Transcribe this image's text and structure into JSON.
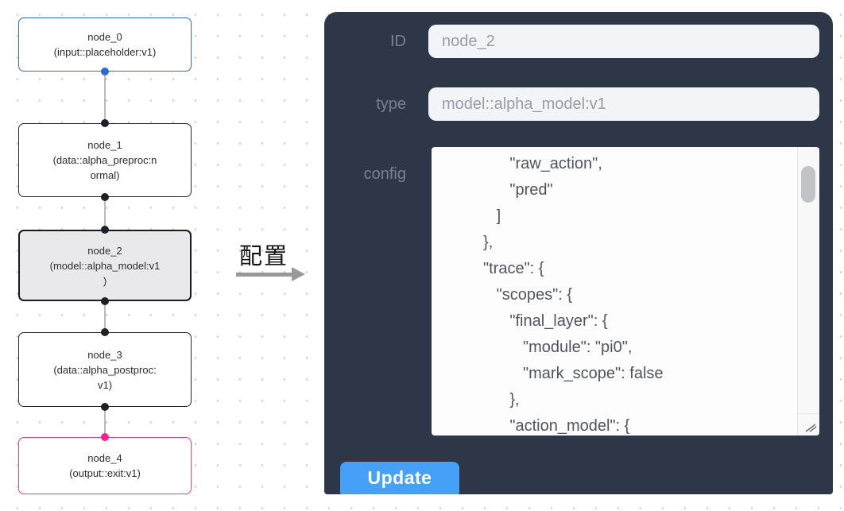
{
  "graph": {
    "nodes": [
      {
        "id": "node_0",
        "variant": "input",
        "lines": [
          "node_0",
          "(input::placeholder:v1)"
        ]
      },
      {
        "id": "node_1",
        "variant": "default",
        "lines": [
          "node_1",
          "(data::alpha_preproc:n",
          "ormal)"
        ]
      },
      {
        "id": "node_2",
        "variant": "selected",
        "lines": [
          "node_2",
          "(model::alpha_model:v1",
          ")"
        ]
      },
      {
        "id": "node_3",
        "variant": "default",
        "lines": [
          "node_3",
          "(data::alpha_postproc:",
          "v1)"
        ]
      },
      {
        "id": "node_4",
        "variant": "output",
        "lines": [
          "node_4",
          "(output::exit:v1)"
        ]
      }
    ],
    "colors": {
      "input_node_border": "#3069d2",
      "default_node_border": "#23272f",
      "selected_node_bg": "#e9e9eb",
      "output_node_border": "#ec3f87",
      "port_blue": "#2e6bd8",
      "port_dark": "#1c2028",
      "port_pink": "#f1258c"
    }
  },
  "annotation": {
    "label": "配置"
  },
  "panel": {
    "fields": [
      {
        "label": "ID",
        "value": "node_2"
      },
      {
        "label": "type",
        "value": "model::alpha_model:v1"
      }
    ],
    "config": {
      "label": "config",
      "lines": [
        "               \"raw_action\",",
        "               \"pred\"",
        "            ]",
        "         },",
        "         \"trace\": {",
        "            \"scopes\": {",
        "               \"final_layer\": {",
        "                  \"module\": \"pi0\",",
        "                  \"mark_scope\": false",
        "               },",
        "               \"action_model\": {"
      ]
    },
    "update_label": "Update",
    "colors": {
      "panel_bg": "#2d3748",
      "label_text": "#79818f",
      "input_bg": "#f2f4f8",
      "input_text": "#979da8",
      "accent_button": "#47a0f7"
    }
  }
}
